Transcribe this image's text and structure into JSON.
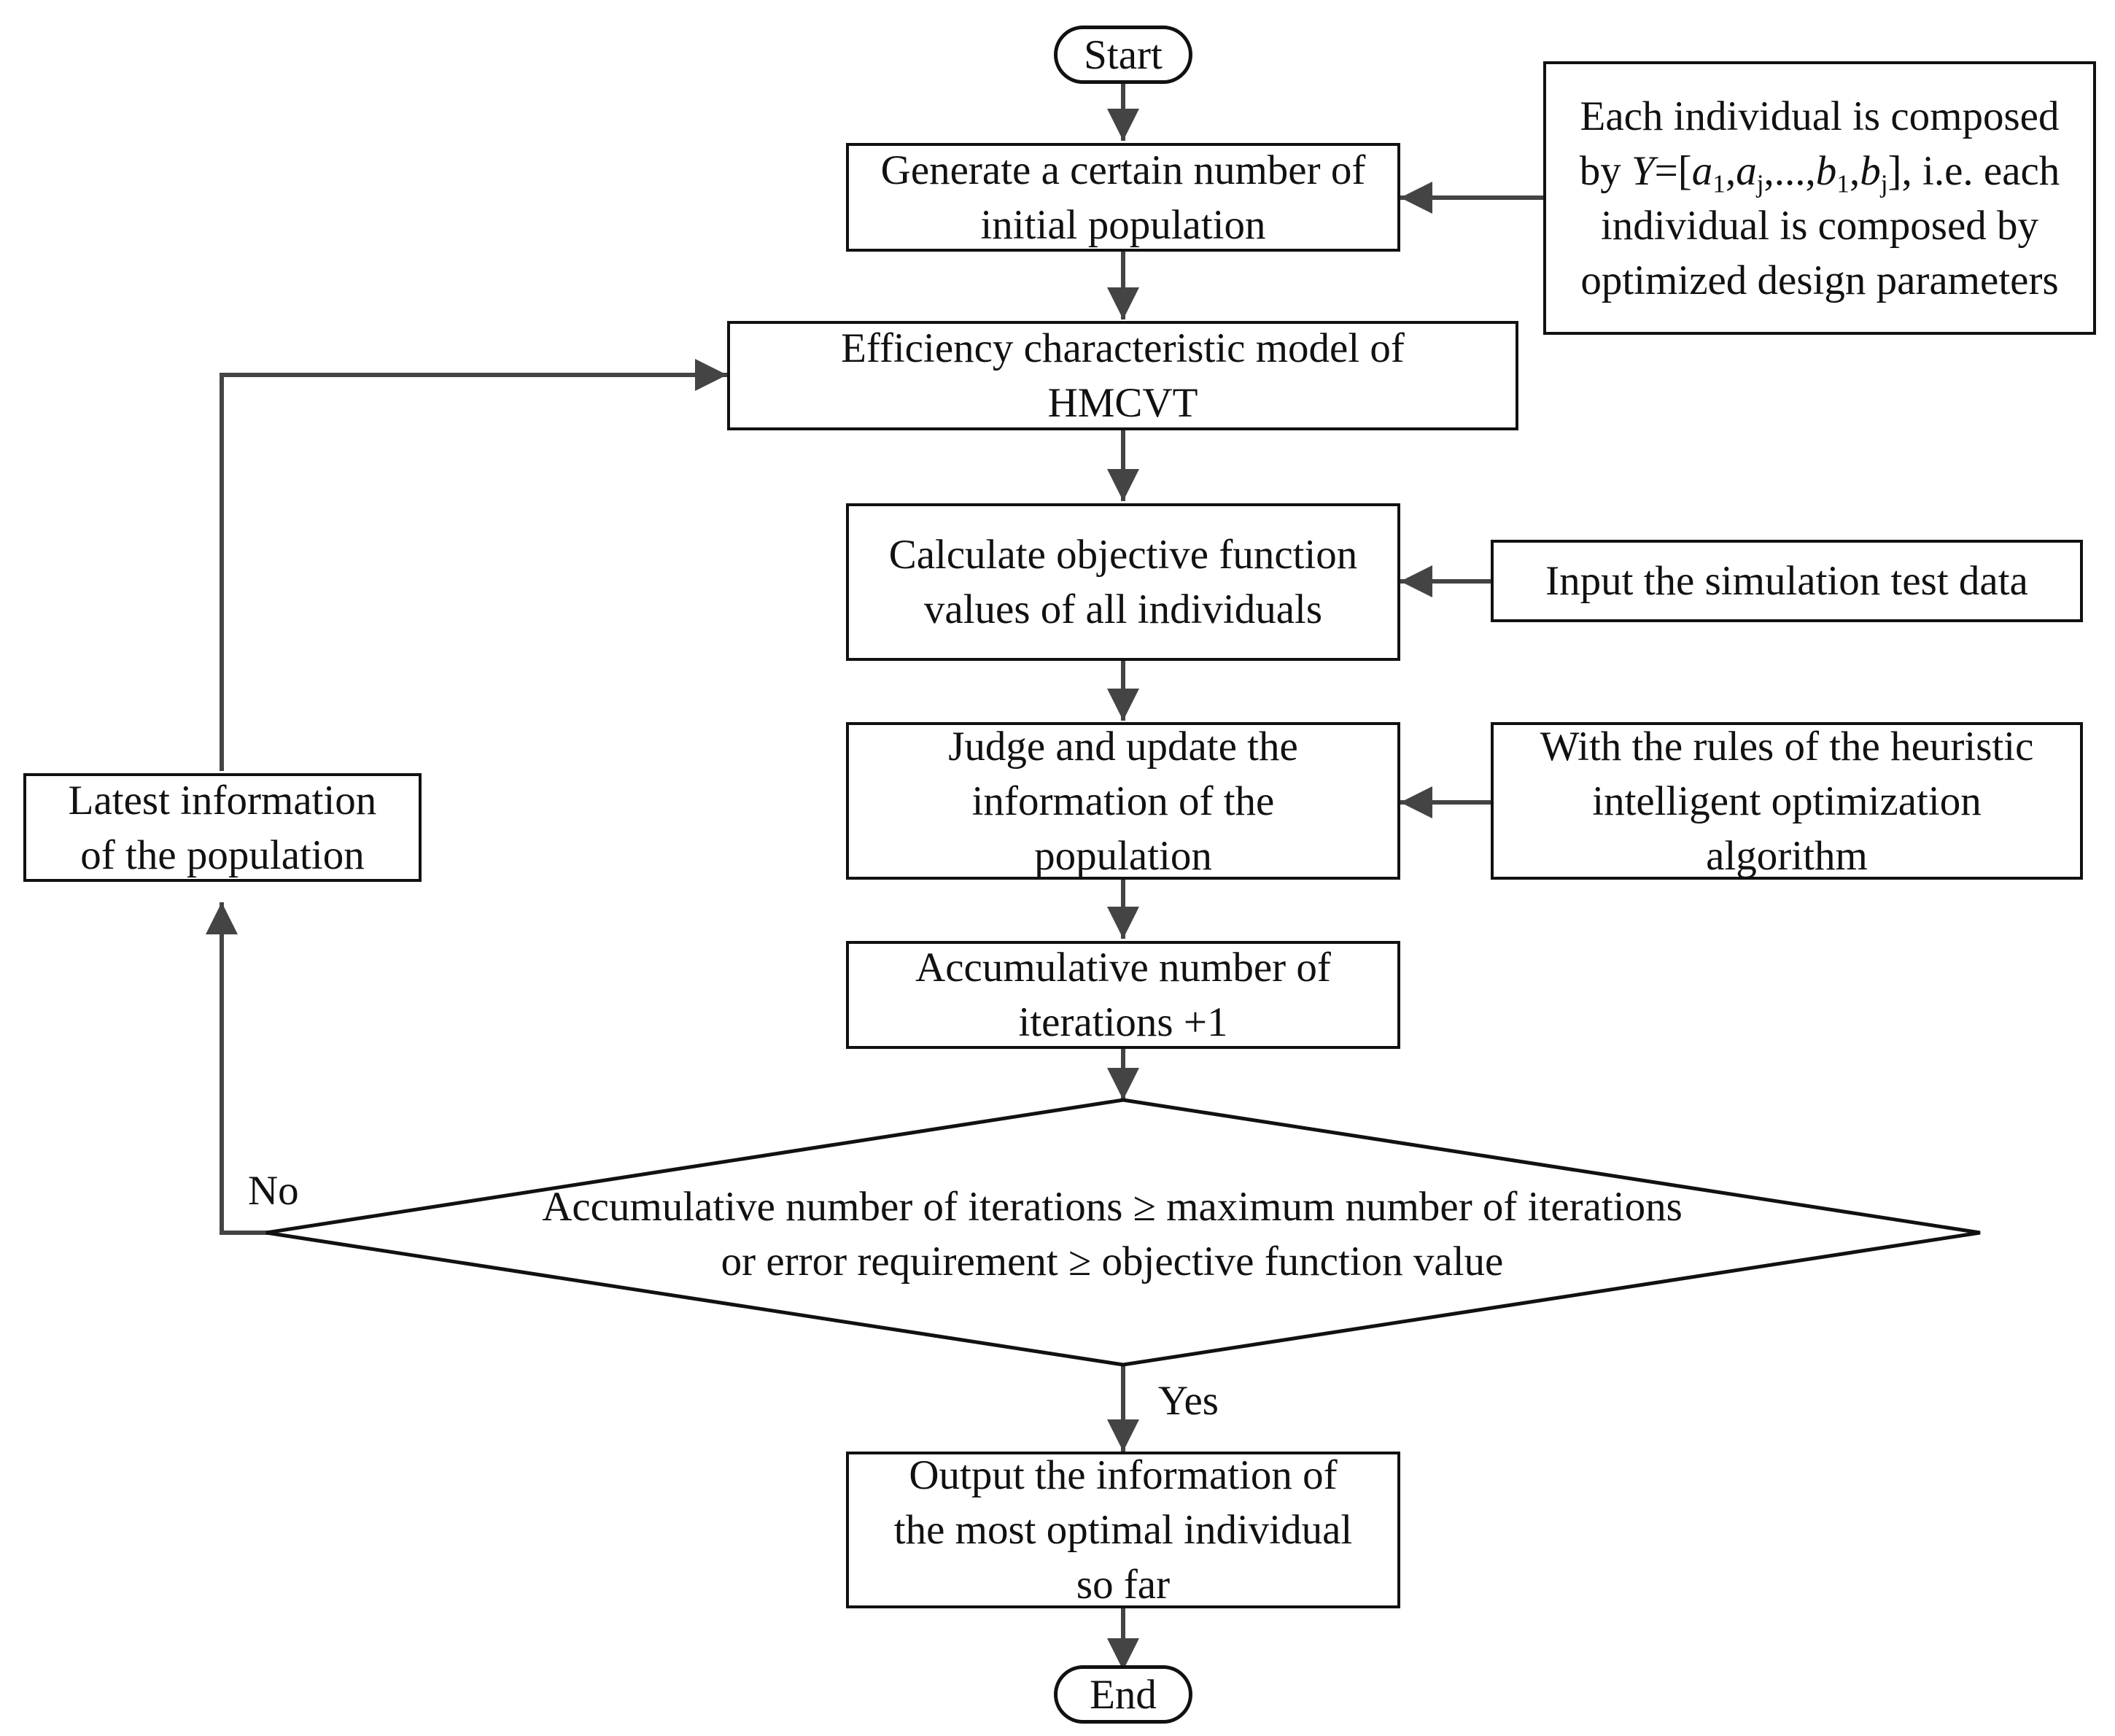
{
  "nodes": {
    "start": "Start",
    "end": "End",
    "generate": [
      "Generate a certain number of",
      "initial population"
    ],
    "efficiency": [
      "Efficiency characteristic model of",
      "HMCVT"
    ],
    "calculate": [
      "Calculate objective function",
      "values of all individuals"
    ],
    "judge": [
      "Judge and update the",
      "information of the",
      "population"
    ],
    "accumulate": [
      "Accumulative number of",
      "iterations +1"
    ],
    "output": [
      "Output the information of",
      "the most optimal individual",
      "so far"
    ],
    "latest": [
      "Latest information",
      "of the population"
    ],
    "input_data": "Input the simulation test data",
    "rules": [
      "With the rules of the heuristic",
      "intelligent optimization",
      "algorithm"
    ],
    "individual": {
      "line1": "Each individual is composed",
      "line2_prefix": "by ",
      "Y": "Y",
      "eq": "=[",
      "a": "a",
      "sub_1": "1",
      "sub_j": "j",
      "b": "b",
      "comma": ",",
      "ellipsis": ",...,",
      "line2_suffix": "], i.e. each",
      "line3": "individual is composed by",
      "line4": "optimized design parameters"
    },
    "decision": [
      "Accumulative number of iterations ≥ maximum number of iterations",
      "or error requirement ≥ objective function value"
    ]
  },
  "labels": {
    "yes": "Yes",
    "no": "No"
  }
}
